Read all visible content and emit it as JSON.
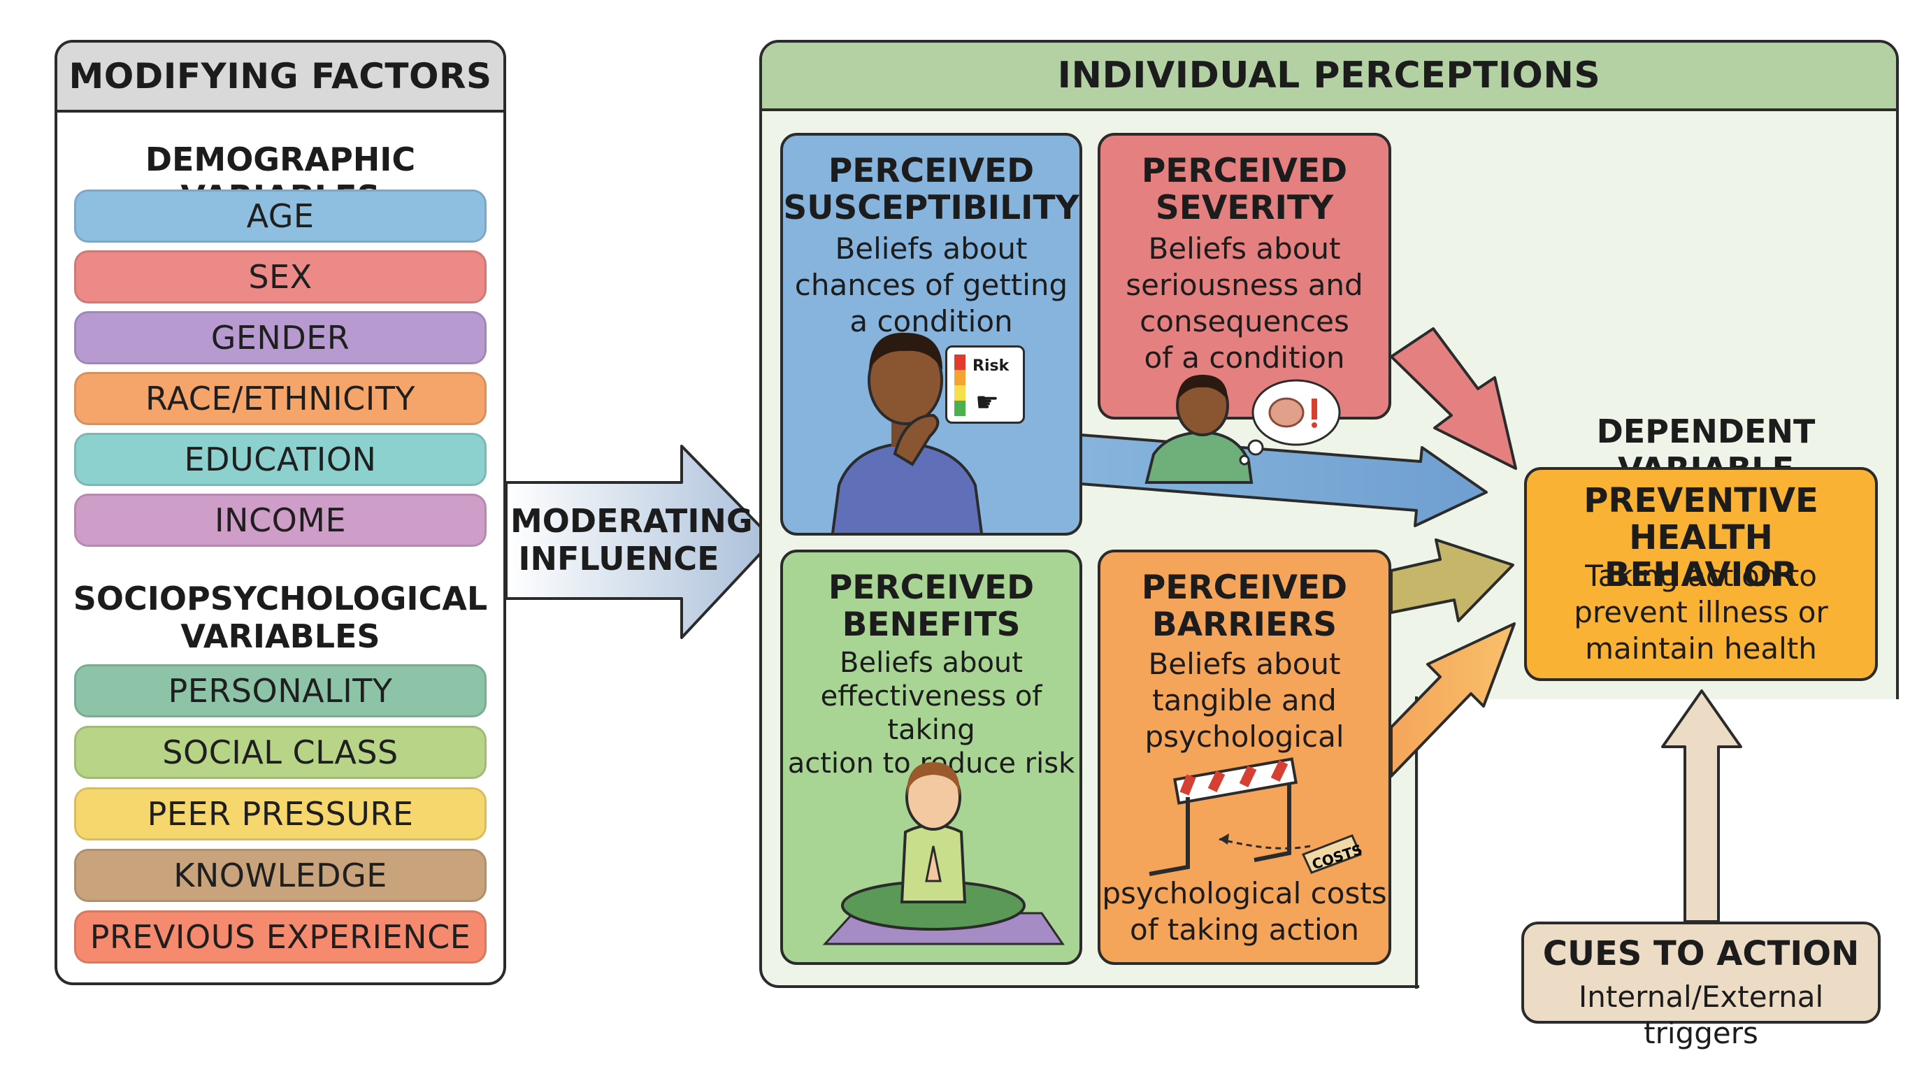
{
  "modifying_factors": {
    "title": "MODIFYING FACTORS",
    "demographic_title": "DEMOGRAPHIC VARIABLES",
    "demographic_items": [
      {
        "label": "AGE",
        "color": "#8fbfe0"
      },
      {
        "label": "SEX",
        "color": "#ec8a88"
      },
      {
        "label": "GENDER",
        "color": "#b79bd0"
      },
      {
        "label": "RACE/ETHNICITY",
        "color": "#f5a56a"
      },
      {
        "label": "EDUCATION",
        "color": "#8dd1cf"
      },
      {
        "label": "INCOME",
        "color": "#cf9ec8"
      }
    ],
    "socio_title_line1": "SOCIOPSYCHOLOGICAL",
    "socio_title_line2": "VARIABLES",
    "socio_items": [
      {
        "label": "PERSONALITY",
        "color": "#8dc4a8"
      },
      {
        "label": "SOCIAL CLASS",
        "color": "#b8d486"
      },
      {
        "label": "PEER PRESSURE",
        "color": "#f6d76e"
      },
      {
        "label": "KNOWLEDGE",
        "color": "#c8a37c"
      },
      {
        "label": "PREVIOUS EXPERIENCE",
        "color": "#f58a6e"
      }
    ]
  },
  "moderating": {
    "line1": "MODERATING",
    "line2": "INFLUENCE"
  },
  "individual_perceptions": {
    "title": "INDIVIDUAL PERCEPTIONS",
    "susceptibility": {
      "title_line1": "PERCEIVED",
      "title_line2": "SUSCEPTIBILITY",
      "desc": [
        "Beliefs about",
        "chances of getting",
        "a condition"
      ],
      "risk_label": "Risk",
      "color": "#86b4dc"
    },
    "severity": {
      "title_line1": "PERCEIVED",
      "title_line2": "SEVERITY",
      "desc": [
        "Beliefs about",
        "seriousness and",
        "consequences",
        "of a condition"
      ],
      "color": "#e58080"
    },
    "benefits": {
      "title_line1": "PERCEIVED",
      "title_line2": "BENEFITS",
      "desc": [
        "Beliefs about",
        "effectiveness of taking",
        "action to reduce risk"
      ],
      "color": "#a8d494"
    },
    "barriers": {
      "title_line1": "PERCEIVED",
      "title_line2": "BARRIERS",
      "desc": [
        "Beliefs about",
        "tangible and",
        "psychological"
      ],
      "desc_bottom": [
        "psychological costs",
        "of taking action"
      ],
      "costs_label": "COSTS",
      "color": "#f5a55a"
    }
  },
  "dependent": {
    "label": "DEPENDENT VARIABLE",
    "title_line1": "PREVENTIVE",
    "title_line2": "HEALTH BEHAVIOR",
    "desc": [
      "Taking action to",
      "prevent illness or",
      "maintain health"
    ]
  },
  "cues": {
    "title": "CUES TO ACTION",
    "desc": "Internal/External triggers"
  }
}
